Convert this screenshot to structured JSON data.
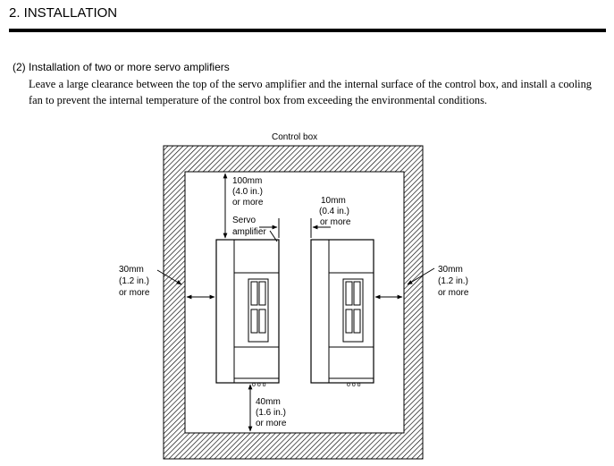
{
  "header": {
    "title": "2. INSTALLATION"
  },
  "section": {
    "subtitle": "(2) Installation of two or more servo amplifiers",
    "paragraph": "Leave a large clearance between the top of the servo amplifier and the internal surface of the control box, and install a cooling fan to prevent the internal temperature of the control box from exceeding the environmental conditions."
  },
  "diagram": {
    "control_box_label": "Control box",
    "top_clearance": [
      "100mm",
      "(4.0 in.)",
      "or more"
    ],
    "between_clearance": [
      "10mm",
      "(0.4 in.)",
      "or more"
    ],
    "amp_label": [
      "Servo",
      "amplifier"
    ],
    "left_clearance": [
      "30mm",
      "(1.2 in.)",
      "or more"
    ],
    "right_clearance": [
      "30mm",
      "(1.2 in.)",
      "or more"
    ],
    "bottom_clearance": [
      "40mm",
      "(1.6 in.)",
      "or more"
    ]
  }
}
